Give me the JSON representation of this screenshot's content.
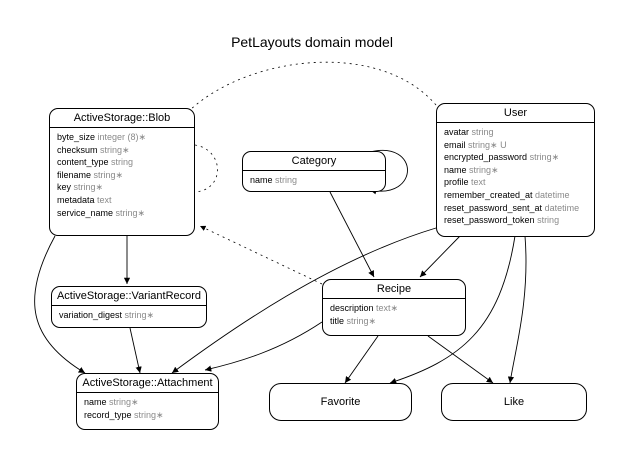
{
  "title": "PetLayouts domain model",
  "entities": {
    "blob": {
      "name": "ActiveStorage::Blob",
      "attributes": [
        {
          "name": "byte_size",
          "type": "integer (8)",
          "marker": "∗"
        },
        {
          "name": "checksum",
          "type": "string",
          "marker": "∗"
        },
        {
          "name": "content_type",
          "type": "string",
          "marker": ""
        },
        {
          "name": "filename",
          "type": "string",
          "marker": "∗"
        },
        {
          "name": "key",
          "type": "string",
          "marker": "∗"
        },
        {
          "name": "metadata",
          "type": "text",
          "marker": ""
        },
        {
          "name": "service_name",
          "type": "string",
          "marker": "∗"
        }
      ]
    },
    "category": {
      "name": "Category",
      "attributes": [
        {
          "name": "name",
          "type": "string",
          "marker": ""
        }
      ]
    },
    "user": {
      "name": "User",
      "attributes": [
        {
          "name": "avatar",
          "type": "string",
          "marker": ""
        },
        {
          "name": "email",
          "type": "string",
          "marker": "∗ U"
        },
        {
          "name": "encrypted_password",
          "type": "string",
          "marker": "∗"
        },
        {
          "name": "name",
          "type": "string",
          "marker": "∗"
        },
        {
          "name": "profile",
          "type": "text",
          "marker": ""
        },
        {
          "name": "remember_created_at",
          "type": "datetime",
          "marker": ""
        },
        {
          "name": "reset_password_sent_at",
          "type": "datetime",
          "marker": ""
        },
        {
          "name": "reset_password_token",
          "type": "string",
          "marker": ""
        }
      ]
    },
    "variant_record": {
      "name": "ActiveStorage::VariantRecord",
      "attributes": [
        {
          "name": "variation_digest",
          "type": "string",
          "marker": "∗"
        }
      ]
    },
    "recipe": {
      "name": "Recipe",
      "attributes": [
        {
          "name": "description",
          "type": "text",
          "marker": "∗"
        },
        {
          "name": "title",
          "type": "string",
          "marker": "∗"
        }
      ]
    },
    "attachment": {
      "name": "ActiveStorage::Attachment",
      "attributes": [
        {
          "name": "name",
          "type": "string",
          "marker": "∗"
        },
        {
          "name": "record_type",
          "type": "string",
          "marker": "∗"
        }
      ]
    },
    "favorite": {
      "name": "Favorite"
    },
    "like": {
      "name": "Like"
    }
  },
  "relationships": [
    {
      "from": "blob",
      "to": "variant_record",
      "style": "solid"
    },
    {
      "from": "blob",
      "to": "attachment",
      "style": "solid"
    },
    {
      "from": "variant_record",
      "to": "attachment",
      "style": "solid"
    },
    {
      "from": "recipe",
      "to": "attachment",
      "style": "solid"
    },
    {
      "from": "user",
      "to": "attachment",
      "style": "solid"
    },
    {
      "from": "recipe",
      "to": "blob",
      "style": "dotted"
    },
    {
      "from": "user",
      "to": "blob",
      "style": "dotted"
    },
    {
      "from": "blob",
      "to": "blob",
      "style": "dotted"
    },
    {
      "from": "category",
      "to": "category",
      "style": "solid"
    },
    {
      "from": "category",
      "to": "recipe",
      "style": "solid"
    },
    {
      "from": "user",
      "to": "recipe",
      "style": "solid"
    },
    {
      "from": "recipe",
      "to": "favorite",
      "style": "solid"
    },
    {
      "from": "recipe",
      "to": "like",
      "style": "solid"
    },
    {
      "from": "user",
      "to": "favorite",
      "style": "solid"
    },
    {
      "from": "user",
      "to": "like",
      "style": "solid"
    }
  ]
}
